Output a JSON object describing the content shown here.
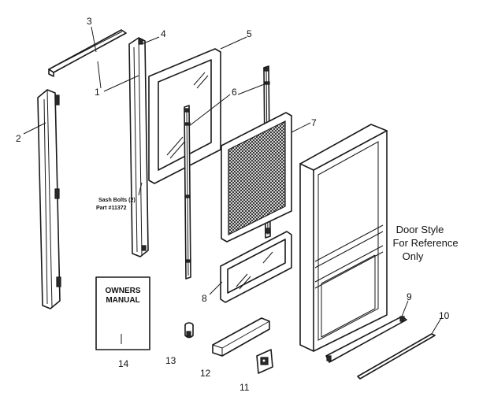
{
  "callouts": {
    "c1": "1",
    "c2": "2",
    "c3": "3",
    "c4": "4",
    "c5": "5",
    "c6": "6",
    "c7": "7",
    "c8": "8",
    "c9": "9",
    "c10": "10",
    "c11": "11",
    "c12": "12",
    "c13": "13",
    "c14": "14"
  },
  "sash_bolts_note": {
    "line1": "Sash Bolts (2)",
    "line2": "Part #11372"
  },
  "door_style_note": {
    "line1": "Door Style",
    "line2": "For Reference",
    "line3": "Only"
  },
  "owners_manual": {
    "line1": "OWNERS",
    "line2": "MANUAL"
  }
}
